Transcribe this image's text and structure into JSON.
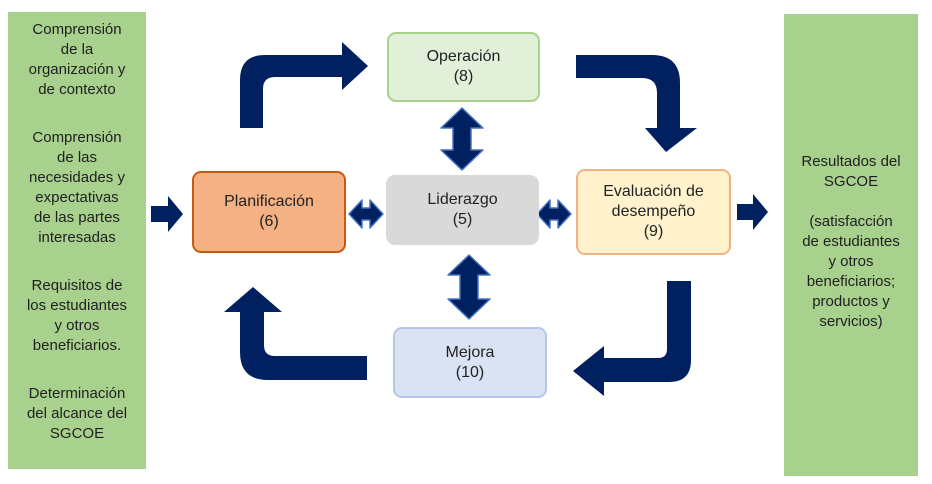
{
  "left_panel": {
    "items": [
      "Comprensión\nde la\norganización y\nde contexto",
      "Comprensión\nde las\nnecesidades y\nexpectativas\nde las partes\ninteresadas",
      "Requisitos de\nlos estudiantes\ny otros\nbeneficiarios.",
      "Determinación\ndel alcance del\nSGCOE"
    ]
  },
  "right_panel": {
    "title": "Resultados del\nSGCOE",
    "detail": "(satisfacción\nde estudiantes\ny otros\nbeneficiarios;\nproductos y\nservicios)"
  },
  "nodes": {
    "operacion": {
      "label": "Operación",
      "number": "(8)"
    },
    "planificacion": {
      "label": "Planificación",
      "number": "(6)"
    },
    "liderazgo": {
      "label": "Liderazgo",
      "number": "(5)"
    },
    "evaluacion": {
      "label": "Evaluación de\ndesempeño",
      "number": "(9)"
    },
    "mejora": {
      "label": "Mejora",
      "number": "(10)"
    }
  },
  "colors": {
    "arrow": "#002060",
    "panel": "#a9d18e",
    "operacion_fill": "#e2efd9",
    "planificacion_fill": "#f4b183",
    "liderazgo_fill": "#d9d9d9",
    "evaluacion_fill": "#fff2cc",
    "mejora_fill": "#dae3f3"
  }
}
